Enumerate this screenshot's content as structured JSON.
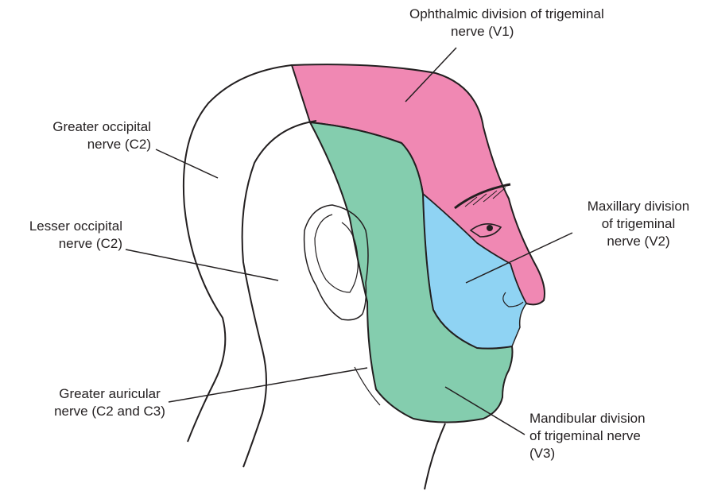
{
  "labels": {
    "ophthalmic": {
      "line1": "Ophthalmic division of trigeminal",
      "line2": "nerve (V1)"
    },
    "greater_occipital": {
      "line1": "Greater occipital",
      "line2": "nerve (C2)"
    },
    "maxillary": {
      "line1": "Maxillary division",
      "line2": "of trigeminal",
      "line3": "nerve (V2)"
    },
    "lesser_occipital": {
      "line1": "Lesser occipital",
      "line2": "nerve (C2)"
    },
    "greater_auricular": {
      "line1": "Greater auricular",
      "line2": "nerve (C2 and C3)"
    },
    "mandibular": {
      "line1": "Mandibular division",
      "line2": "of trigeminal nerve",
      "line3": "(V3)"
    }
  },
  "colors": {
    "v1_pink": "#f088b3",
    "v2_blue": "#8fd3f3",
    "v3_green": "#84cdae",
    "outline": "#231f20"
  }
}
